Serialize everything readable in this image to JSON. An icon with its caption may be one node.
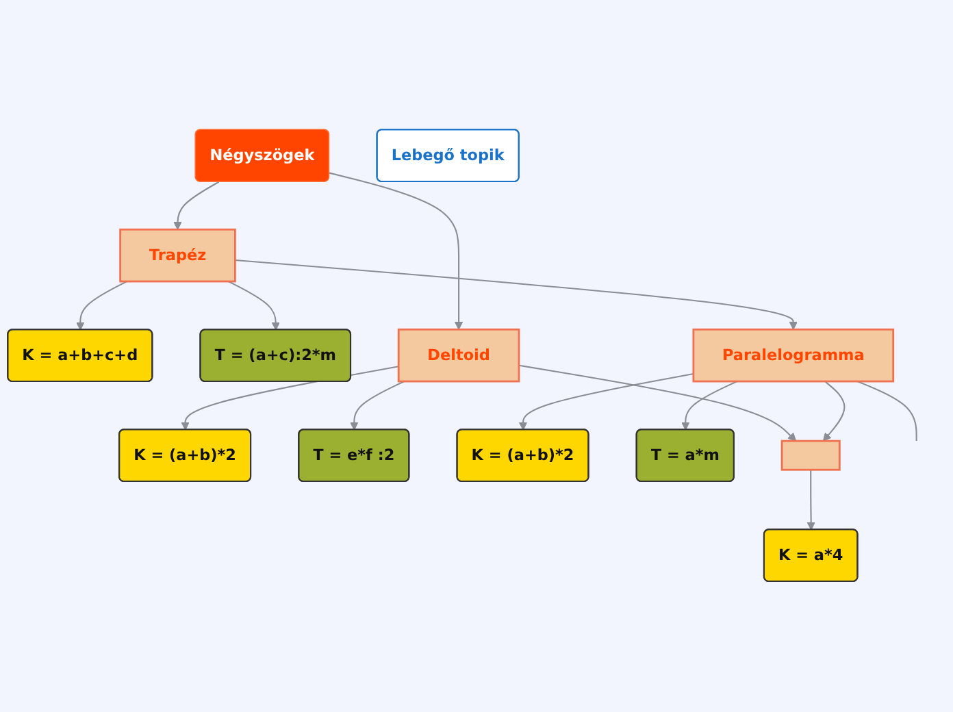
{
  "diagram": {
    "nodes": [
      {
        "text": [
          "Négyszögek"
        ]
      },
      {
        "text": [
          "Trapéz"
        ]
      },
      {
        "text": [
          "K = a+b+c+d"
        ]
      },
      {
        "text": [
          "T = (a+c):2*m"
        ]
      },
      {
        "text": [
          "Deltoid"
        ]
      },
      {
        "text": [
          "K = (a+b)*2"
        ]
      },
      {
        "text": [
          "T = e*f :2"
        ]
      },
      {
        "text": [
          "Paralelogramma"
        ]
      },
      {
        "text": [
          "K = (a+b)*2"
        ]
      },
      {
        "text": [
          "T = a*m"
        ]
      },
      {
        "text": [],
        "shape": "box"
      },
      {
        "text": [
          "K = a*4"
        ]
      },
      {
        "text": [
          "Lebegő topik"
        ]
      }
    ],
    "edges": [
      {
        "from": 0,
        "to": 1,
        "arrow": "to"
      },
      {
        "from": 0,
        "to": 4,
        "arrow": "to"
      },
      {
        "from": 1,
        "to": 2,
        "arrow": "to"
      },
      {
        "from": 1,
        "to": 3,
        "arrow": "to"
      },
      {
        "from": 1,
        "to": 7,
        "arrow": "to"
      },
      {
        "from": 4,
        "to": 5,
        "arrow": "to"
      },
      {
        "from": 4,
        "to": 6,
        "arrow": "to"
      },
      {
        "from": 4,
        "to": 10,
        "arrow": "to"
      },
      {
        "from": 7,
        "to": 8,
        "arrow": "to"
      },
      {
        "from": 7,
        "to": 9,
        "arrow": "to"
      },
      {
        "from": 7,
        "to": 10,
        "arrow": "to"
      },
      {
        "from": 7,
        "to": null,
        "arrow": "none"
      },
      {
        "from": 10,
        "to": 11,
        "arrow": "to"
      }
    ]
  }
}
